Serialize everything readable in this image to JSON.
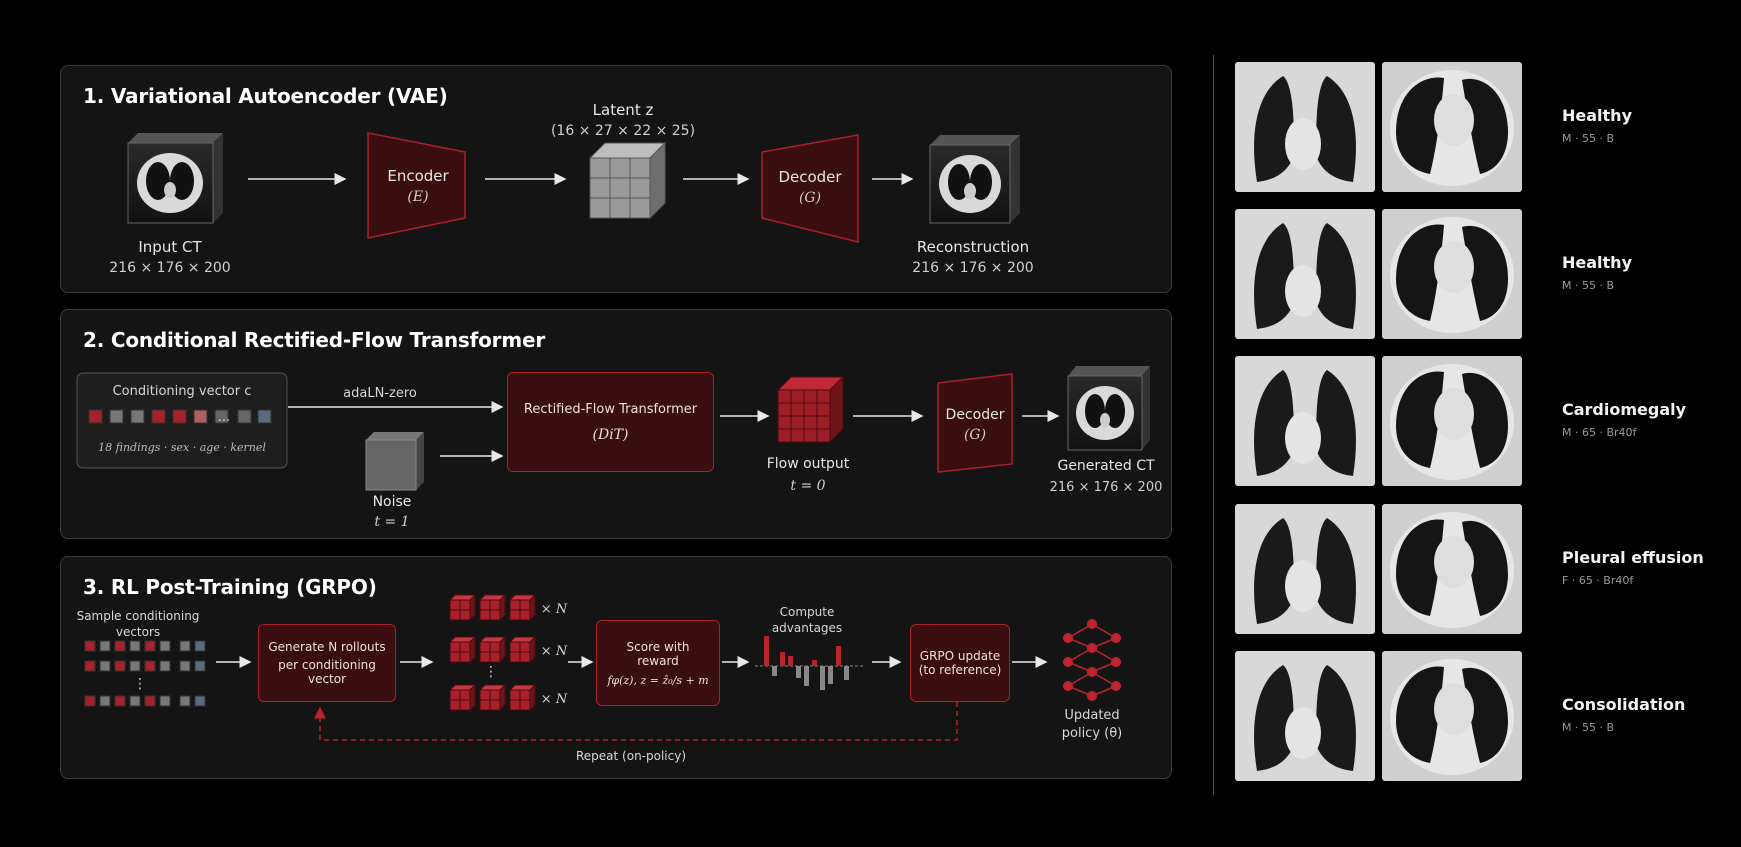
{
  "vae": {
    "title": "1. Variational Autoencoder (VAE)",
    "input_label": "Input CT",
    "input_dims": "216 × 176 × 200",
    "encoder_label": "Encoder",
    "encoder_sym": "(E)",
    "latent_label": "Latent z",
    "latent_dims": "(16 × 27 × 22 × 25)",
    "decoder_label": "Decoder",
    "decoder_sym": "(G)",
    "recon_label": "Reconstruction",
    "recon_dims": "216 × 176 × 200"
  },
  "flow": {
    "title": "2. Conditional Rectified-Flow Transformer",
    "cond_title": "Conditioning vector c",
    "cond_caption": "18 findings · sex · age · kernel",
    "adaln_label": "adaLN-zero",
    "noise_label": "Noise",
    "noise_t": "t = 1",
    "transformer_label": "Rectified-Flow Transformer",
    "transformer_sym": "(DiT)",
    "flow_out_label": "Flow output",
    "flow_out_t": "t = 0",
    "decoder_label": "Decoder",
    "decoder_sym": "(G)",
    "generated_label": "Generated CT",
    "generated_dims": "216 × 176 × 200",
    "dots": "···"
  },
  "rl": {
    "title": "3. RL Post-Training (GRPO)",
    "sample_label_1": "Sample conditioning",
    "sample_label_2": "vectors",
    "rollout_line1": "Generate N rollouts",
    "rollout_line2": "per conditioning vector",
    "times_n": "× N",
    "vdots": "⋮",
    "score_line1": "Score with",
    "score_line2": "reward",
    "score_formula": "fφ(z), z = ẑ₀/s + m",
    "adv_line1": "Compute",
    "adv_line2": "advantages",
    "grpo_line1": "GRPO update",
    "grpo_line2": "(to reference)",
    "policy_line1": "Updated",
    "policy_line2": "policy (θ)",
    "repeat_label": "Repeat (on-policy)"
  },
  "samples": [
    {
      "diagnosis": "Healthy",
      "meta": "M · 55 · B"
    },
    {
      "diagnosis": "Healthy",
      "meta": "M · 55 · B"
    },
    {
      "diagnosis": "Cardiomegaly",
      "meta": "M · 65 · Br40f"
    },
    {
      "diagnosis": "Pleural effusion",
      "meta": "F · 65 · Br40f"
    },
    {
      "diagnosis": "Consolidation",
      "meta": "M · 55 · B"
    }
  ],
  "colors": {
    "accent_red": "#a8202a",
    "box_fill": "#3a0d10",
    "panel": "#141414"
  }
}
